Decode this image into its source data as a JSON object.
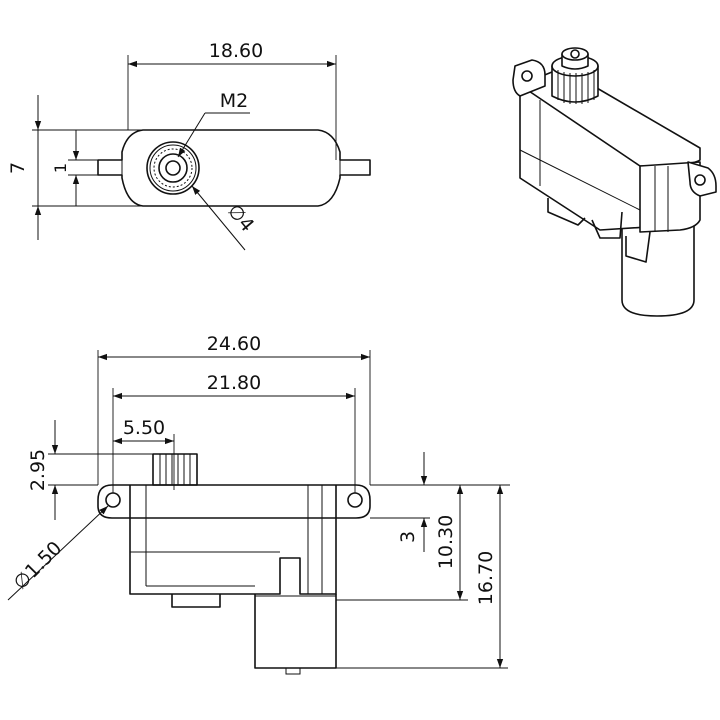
{
  "top_view": {
    "width_label": "18.60",
    "height_label": "7",
    "small_height_label": "1",
    "thread_label": "M2",
    "diameter_label": "∅4"
  },
  "front_view": {
    "overall_width_label": "24.60",
    "hole_spacing_label": "21.80",
    "spline_offset_label": "5.50",
    "spline_height_label": "2.95",
    "hole_diameter_label": "∅1.50",
    "flange_offset_label": "3",
    "body_height_label": "10.30",
    "overall_height_label": "16.70"
  }
}
